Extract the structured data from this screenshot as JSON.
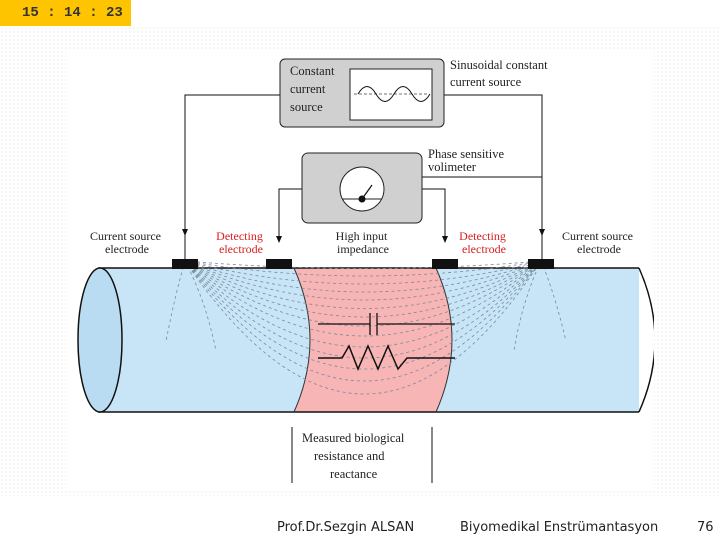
{
  "slide": {
    "timer": "15 : 14 : 23",
    "footer_author": "Prof.Dr.Sezgin ALSAN",
    "footer_course": "Biyomedikal Enstrümantasyon",
    "page_number": "76"
  },
  "diagram": {
    "source_box": [
      "Constant",
      "current",
      "source"
    ],
    "source_caption": [
      "Sinusoidal constant",
      "current source"
    ],
    "voltmeter_caption": [
      "Phase sensitive",
      "volimeter"
    ],
    "left_current_label": [
      "Current source",
      "electrode"
    ],
    "left_detect_label": [
      "Detecting",
      "electrode"
    ],
    "center_label": [
      "High input",
      "impedance"
    ],
    "right_detect_label": [
      "Detecting",
      "electrode"
    ],
    "right_current_label": [
      "Current source",
      "electrode"
    ],
    "measured_label": [
      "Measured biological",
      "resistance and",
      "reactance"
    ],
    "colors": {
      "tube": "#c7e5f7",
      "measured_region": "#f7b5b5",
      "box_fill": "#d0d0d0",
      "detect_label": "#d81e1e"
    }
  }
}
